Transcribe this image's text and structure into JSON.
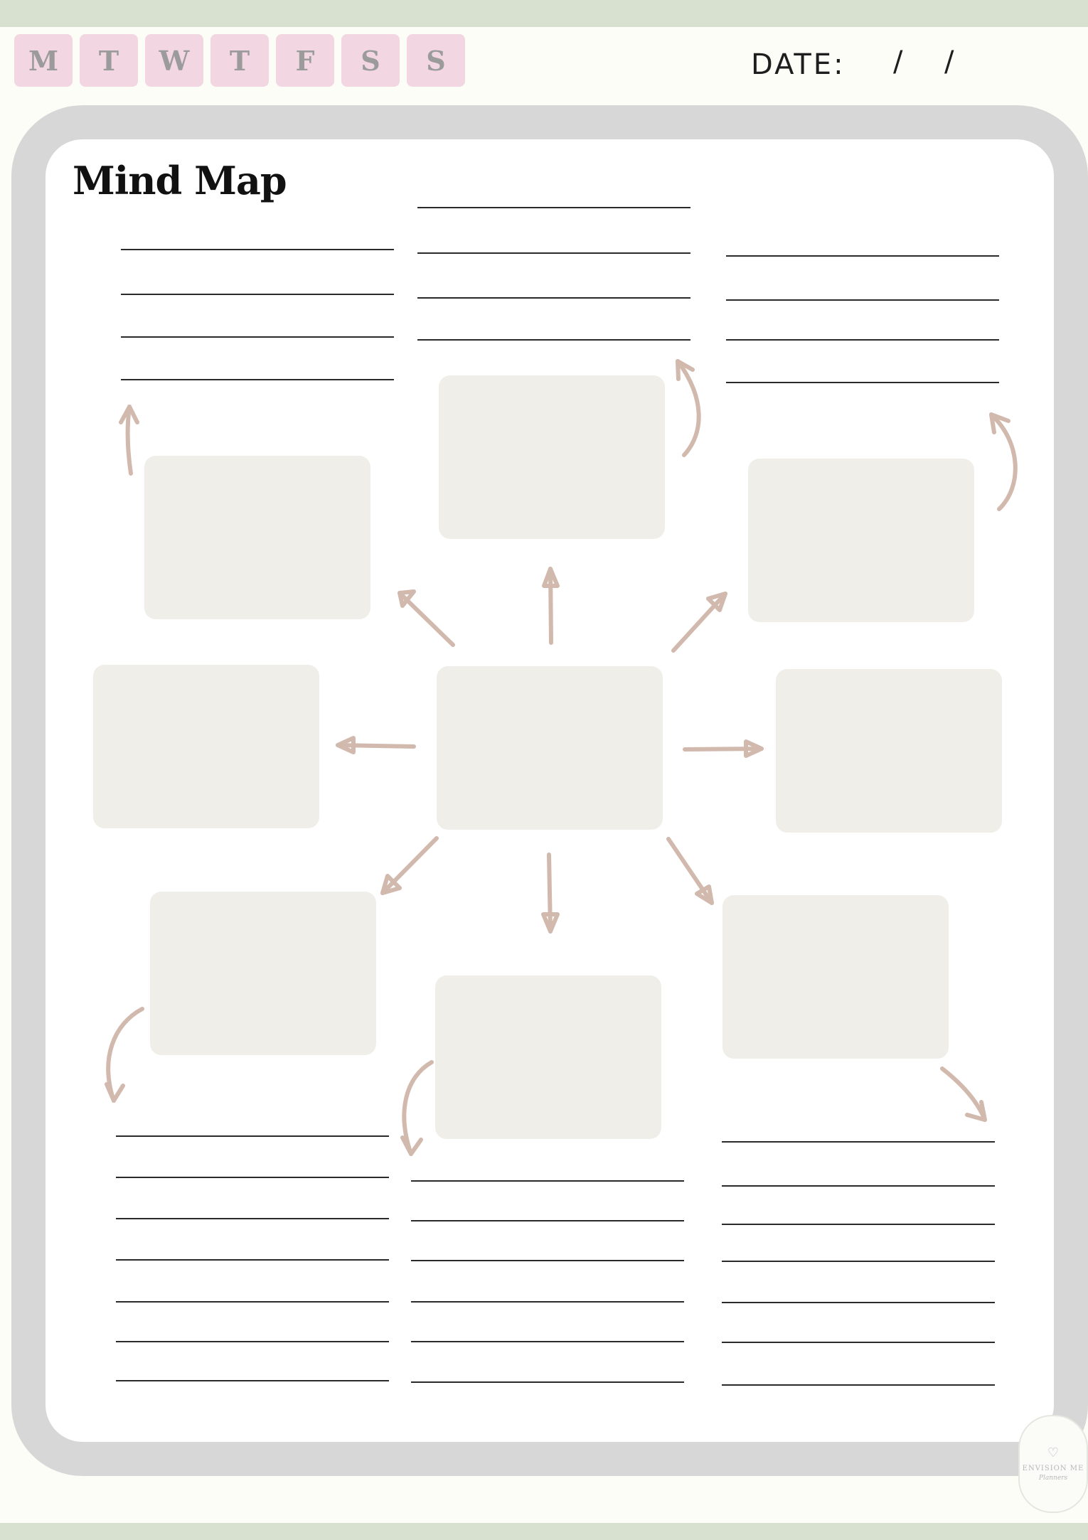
{
  "weekdays": [
    "M",
    "T",
    "W",
    "T",
    "F",
    "S",
    "S"
  ],
  "date": {
    "label": "DATE:",
    "separator": "/"
  },
  "title": "Mind Map",
  "colors": {
    "background": "#fdfdf7",
    "band": "#d8e1cf",
    "day_pill": "#f2d6e1",
    "frame": "#d7d7d7",
    "box": "#f0eee8",
    "arrow": "#d2b9ae"
  },
  "logo": {
    "icon": "envision-me-logo-icon",
    "name": "ENVISION ME",
    "sub": "Planners"
  }
}
